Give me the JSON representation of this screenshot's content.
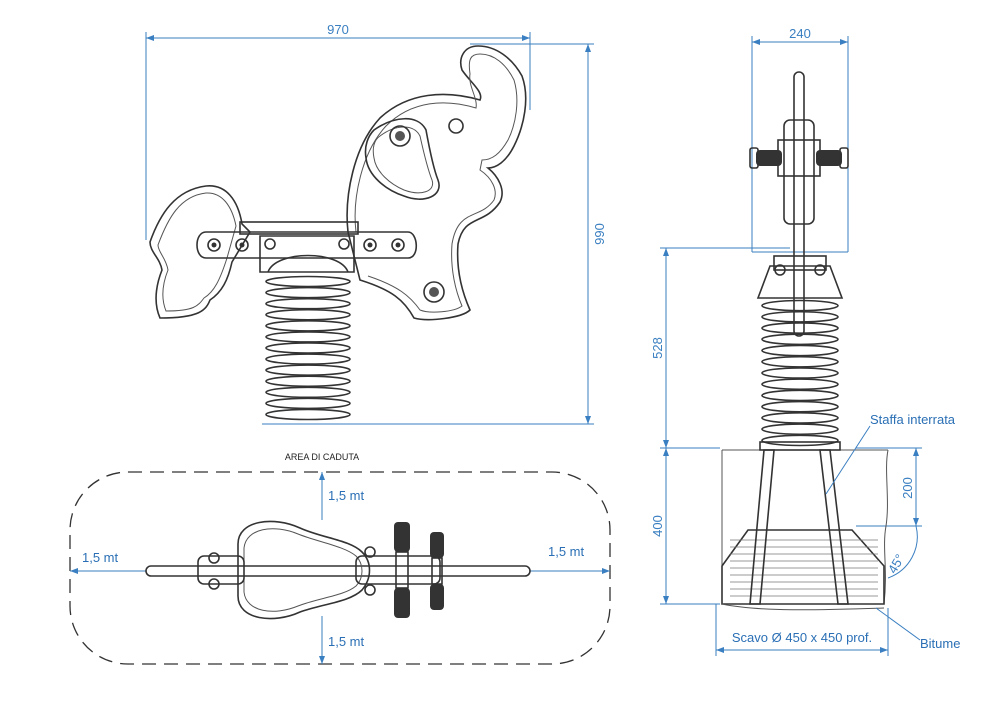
{
  "labels": {
    "width_total": "970",
    "height_total": "990",
    "width_side": "240",
    "height_spring": "528",
    "depth_foundation": "400",
    "depth_bracket": "200",
    "angle": "45°",
    "area_title": "AREA DI CADUTA",
    "clearance_top": "1,5 mt",
    "clearance_bottom": "1,5 mt",
    "clearance_left": "1,5 mt",
    "clearance_right": "1,5 mt",
    "bracket": "Staffa interrata",
    "bitumen": "Bitume",
    "excavation": "Scavo Ø 450 x 450 prof."
  }
}
